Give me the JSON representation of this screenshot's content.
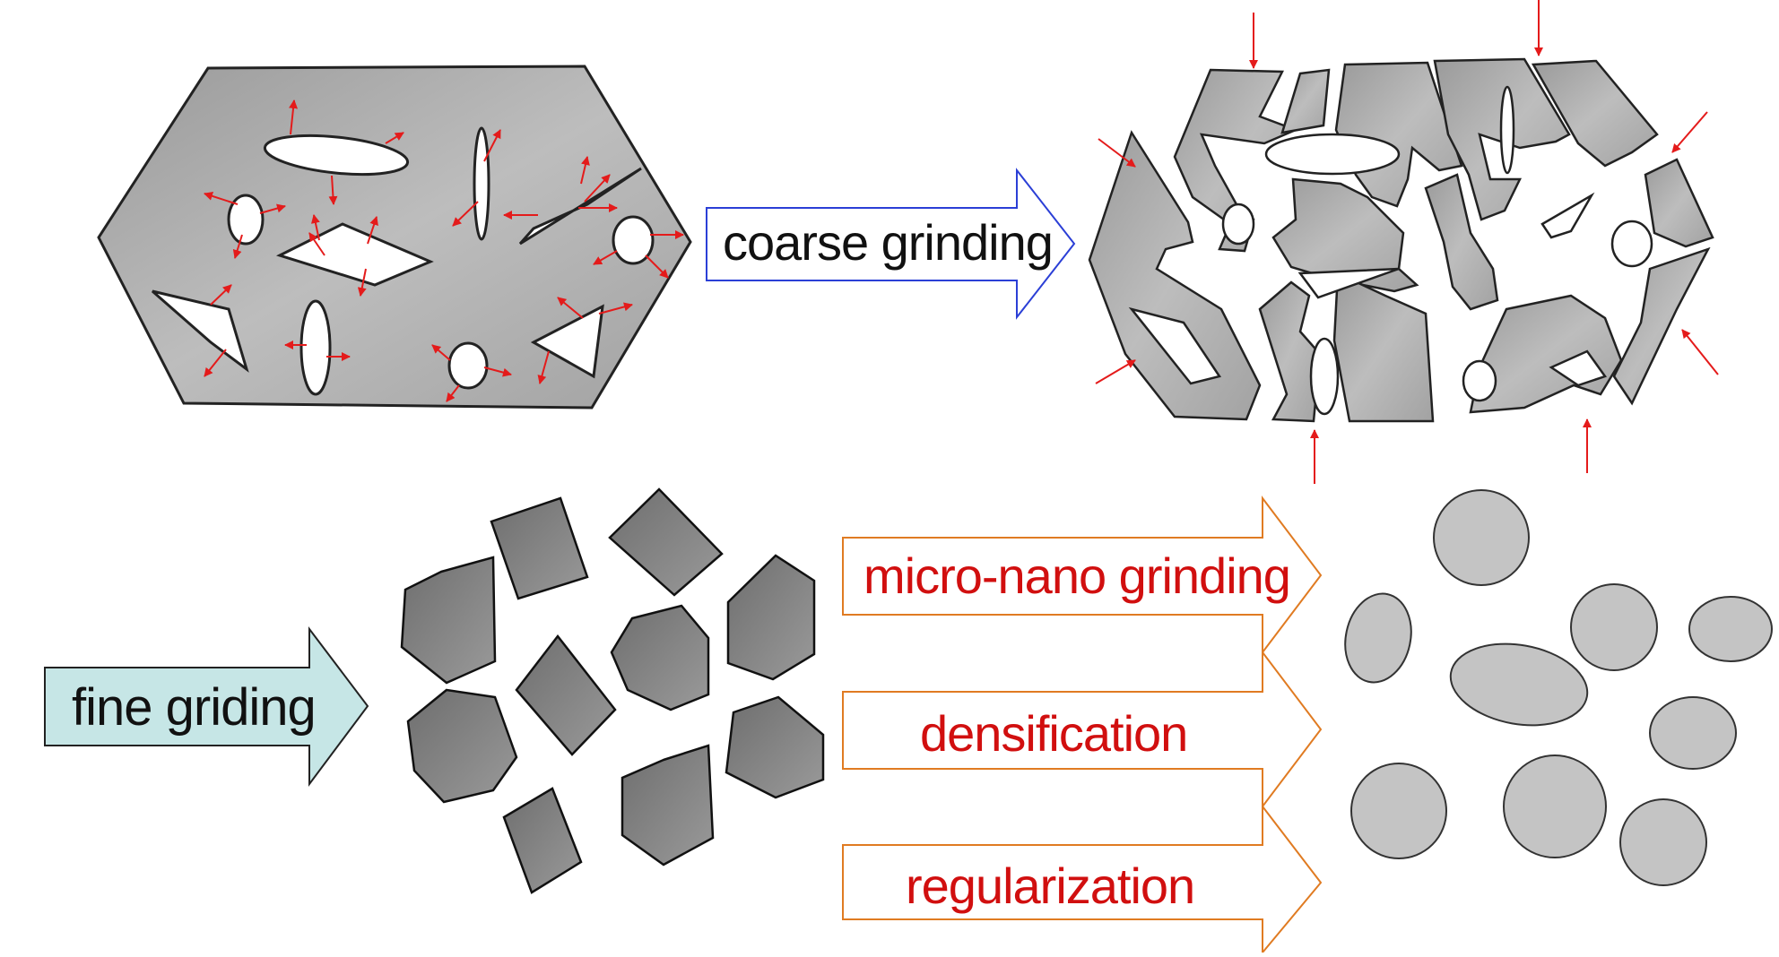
{
  "labels": {
    "coarse_grinding": "coarse grinding",
    "fine_grinding": "fine griding",
    "micro_nano_grinding": "micro-nano grinding",
    "densification": "densification",
    "regularization": "regularization"
  },
  "colors": {
    "particle_fill": "#a9a9a9",
    "particle_dark": "#7a7a7a",
    "round_particle": "#c4c4c4",
    "stress_arrow": "#e41b1b",
    "coarse_arrow_border": "#2b3fd6",
    "fine_arrow_fill": "#c6e6e6",
    "process_arrow_border": "#e07b22",
    "process_text": "#d10f0f"
  }
}
